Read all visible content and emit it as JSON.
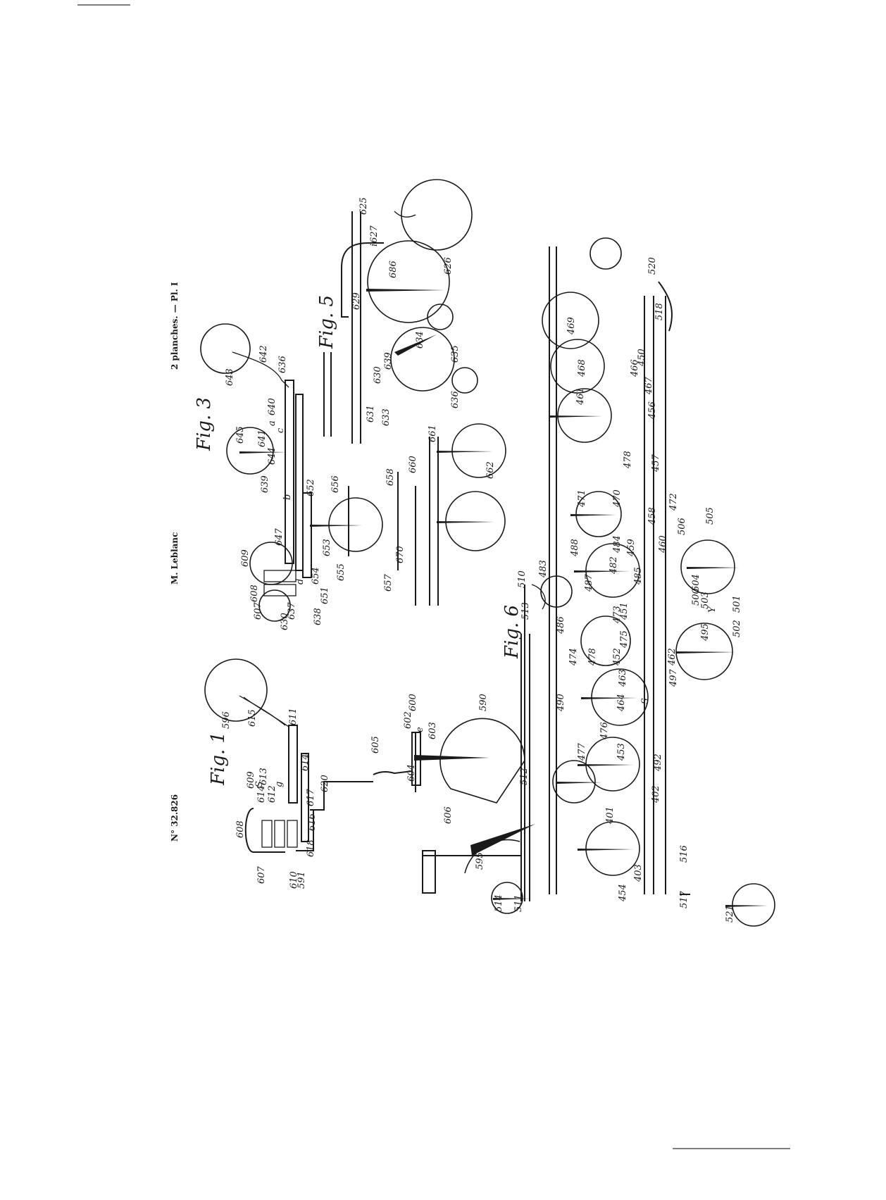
{
  "header": {
    "patent_number": "N° 32.826",
    "author": "M. Leblanc",
    "sheets": "2 planches. — Pl. I"
  },
  "figures": {
    "fig1": "Fig. 1",
    "fig3": "Fig. 3",
    "fig5": "Fig. 5",
    "fig6": "Fig. 6"
  },
  "labels": {
    "l596": "596",
    "l615": "615",
    "l611": "611",
    "l609": "609",
    "l608": "608",
    "l607": "607",
    "l610": "610",
    "l591": "591",
    "l618": "618",
    "l616": "616",
    "l617": "617",
    "l613": "613",
    "l614": "614",
    "l612": "612",
    "lS": "S",
    "lg": "g",
    "l614b": "614",
    "l620": "620",
    "l605": "605",
    "l603": "603",
    "l602": "602",
    "l600": "600",
    "le": "e",
    "l604": "604",
    "l590": "590",
    "l606": "606",
    "l595": "595",
    "l512": "512",
    "l514": "514",
    "l511": "511",
    "l643": "643",
    "l642": "642",
    "l636": "636",
    "l645": "645",
    "l640": "640",
    "la": "a",
    "lc": "c",
    "l641": "641",
    "l644": "644",
    "l639": "639",
    "lb": "b",
    "l647": "647",
    "l609b": "609",
    "l608b": "608",
    "l607b": "607",
    "l630": "630",
    "l637": "637",
    "ld": "d",
    "l638": "638",
    "l651": "651",
    "l654": "654",
    "l652": "652",
    "l653": "653",
    "l655": "655",
    "l656": "656",
    "l658": "658",
    "l657": "657",
    "l670": "670",
    "l660": "660",
    "l661": "661",
    "l662": "662",
    "l510": "510",
    "l513": "513",
    "l625": "625",
    "l627": "627",
    "l626": "626",
    "l686": "686",
    "l629": "629",
    "l634": "634",
    "l635": "635",
    "l639b": "639",
    "l630b": "630",
    "l631": "631",
    "l633": "633",
    "l636b": "636",
    "li": "i",
    "l520": "520",
    "l518": "518",
    "l469": "469",
    "l468": "468",
    "l466": "466",
    "l450": "450",
    "l461": "461",
    "l467": "467",
    "l456": "456",
    "l478": "478",
    "l457": "457",
    "l471": "471",
    "l470": "470",
    "l472": "472",
    "l458": "458",
    "l488": "488",
    "l484": "484",
    "l459": "459",
    "l460": "460",
    "l506": "506",
    "l505": "505",
    "l483": "483",
    "l482": "482",
    "l487": "487",
    "l485": "485",
    "l486": "486",
    "l473": "473",
    "l451": "451",
    "l500": "500",
    "l503": "503",
    "l504": "504",
    "lY": "Y",
    "l501": "501",
    "l502": "502",
    "l495": "495",
    "l474": "474",
    "l475": "475",
    "l452": "452",
    "l478b": "478",
    "l463": "463",
    "l462": "462",
    "l497": "497",
    "l490": "490",
    "l464": "464",
    "l476": "476",
    "lS2": "S",
    "l477": "477",
    "l453": "453",
    "l492": "492",
    "l401": "401",
    "l402": "402",
    "l403": "403",
    "l516": "516",
    "l454": "454",
    "l517": "517",
    "l521": "521"
  }
}
